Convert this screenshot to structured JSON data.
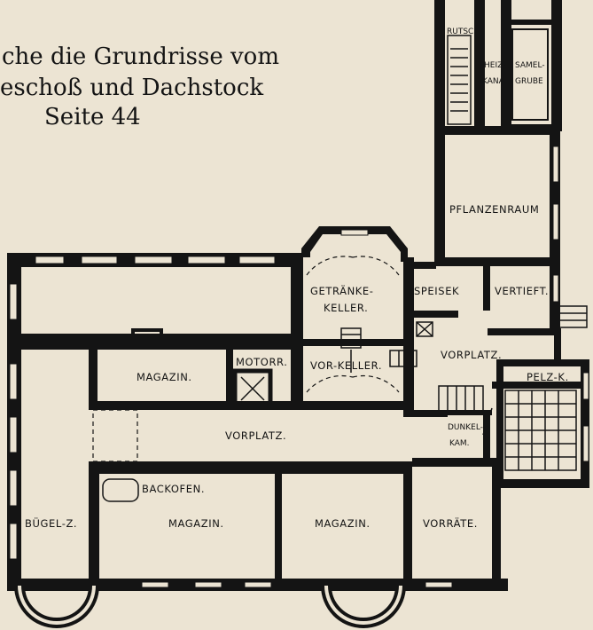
{
  "caption": {
    "line1": "che die Grundrisse vom",
    "line2": "eschoß und Dachstock",
    "line3": "Seite 44"
  },
  "rooms": {
    "rutsch": "RUTSCH",
    "heiz_1": "HEIZ-",
    "heiz_2": "KANAL",
    "samel_1": "SAMEL-",
    "samel_2": "GRUBE",
    "pflanzenraum": "PFLANZENRAUM",
    "getraenke_1": "GETRÄNKE-",
    "getraenke_2": "KELLER.",
    "speisek": "SPEISEK",
    "vertieft": "VERTIEFT.",
    "magazin_upper": "MAGAZIN.",
    "motorr": "MOTORR.",
    "vorkeller": "VOR-KELLER.",
    "vorplatz_right": "VORPLATZ.",
    "pelzk": "PELZ-K.",
    "vorplatz_center": "VORPLATZ.",
    "dunkel_1": "DUNKEL-",
    "dunkel_2": "KAM.",
    "backofen": "BACKOFEN.",
    "buegelz": "BÜGEL-Z.",
    "magazin_lower_left": "MAGAZIN.",
    "magazin_lower_right": "MAGAZIN.",
    "vorraete": "VORRÄTE."
  },
  "colors": {
    "paper": "#ece4d3",
    "wall": "#141414",
    "window": "#ece4d3"
  }
}
